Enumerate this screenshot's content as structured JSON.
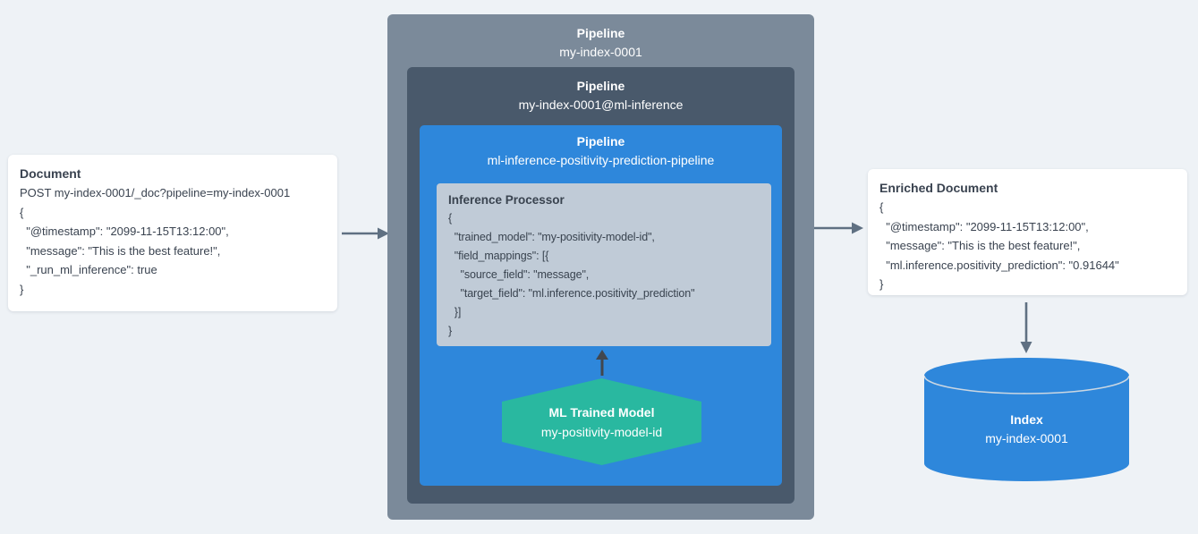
{
  "colors": {
    "canvas_bg": "#eef2f6",
    "outer_pipeline": "#7b8a9a",
    "ml_pipeline": "#49596b",
    "inference_pipeline": "#2e87db",
    "inference_processor": "#c0cbd7",
    "trained_model": "#29b8a0",
    "index_cylinder": "#2e87db",
    "card_bg": "#ffffff",
    "dark_text": "#3a4350",
    "arrow_slate": "#5f7082",
    "arrow_dark": "#42474e"
  },
  "document_card": {
    "title": "Document",
    "lines": [
      "POST my-index-0001/_doc?pipeline=my-index-0001",
      "{",
      "  \"@timestamp\": \"2099-11-15T13:12:00\",",
      "  \"message\": \"This is the best feature!\",",
      "  \"_run_ml_inference\": true",
      "}"
    ]
  },
  "outer_pipeline": {
    "title": "Pipeline",
    "subtitle": "my-index-0001"
  },
  "ml_pipeline": {
    "title": "Pipeline",
    "subtitle": "my-index-0001@ml-inference"
  },
  "inference_pipeline": {
    "title": "Pipeline",
    "subtitle": "ml-inference-positivity-prediction-pipeline"
  },
  "inference_processor": {
    "title": "Inference Processor",
    "lines": [
      "{",
      "  \"trained_model\": \"my-positivity-model-id\",",
      "  \"field_mappings\": [{",
      "    \"source_field\": \"message\",",
      "    \"target_field\": \"ml.inference.positivity_prediction\"",
      "  }]",
      "}"
    ]
  },
  "trained_model": {
    "title": "ML Trained Model",
    "subtitle": "my-positivity-model-id"
  },
  "enriched_card": {
    "title": "Enriched Document",
    "lines": [
      "{",
      "  \"@timestamp\": \"2099-11-15T13:12:00\",",
      "  \"message\": \"This is the best feature!\",",
      "  \"ml.inference.positivity_prediction\": \"0.91644\"",
      "}"
    ]
  },
  "index_store": {
    "title": "Index",
    "subtitle": "my-index-0001"
  }
}
